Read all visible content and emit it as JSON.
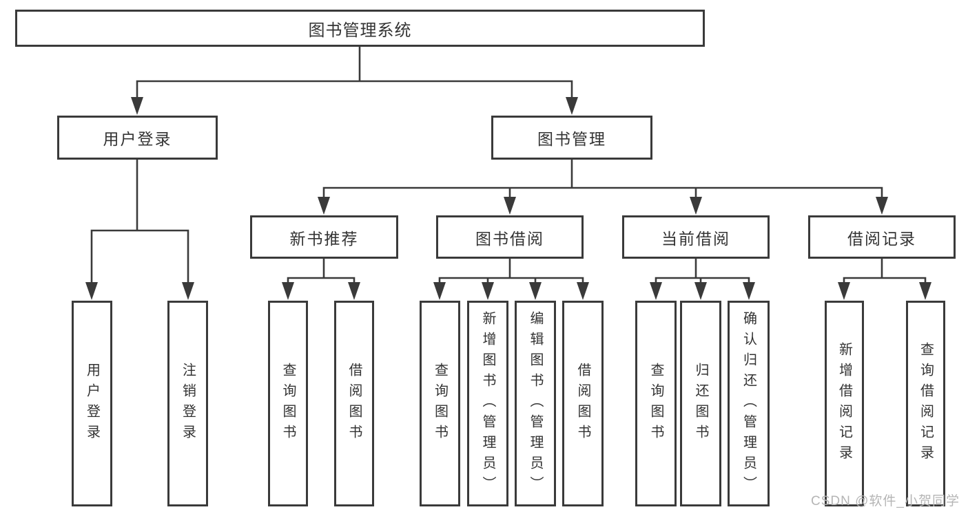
{
  "title": "图书管理系统",
  "tree": {
    "label": "图书管理系统",
    "children": [
      {
        "label": "用户登录",
        "children": [
          {
            "label": "用户登录"
          },
          {
            "label": "注销登录"
          }
        ]
      },
      {
        "label": "图书管理",
        "children": [
          {
            "label": "新书推荐",
            "children": [
              {
                "label": "查询图书"
              },
              {
                "label": "借阅图书"
              }
            ]
          },
          {
            "label": "图书借阅",
            "children": [
              {
                "label": "查询图书"
              },
              {
                "label": "新增图书（管理员）"
              },
              {
                "label": "编辑图书（管理员）"
              },
              {
                "label": "借阅图书"
              }
            ]
          },
          {
            "label": "当前借阅",
            "children": [
              {
                "label": "查询图书"
              },
              {
                "label": "归还图书"
              },
              {
                "label": "确认归还（管理员）"
              }
            ]
          },
          {
            "label": "借阅记录",
            "children": [
              {
                "label": "新增借阅记录"
              },
              {
                "label": "查询借阅记录"
              }
            ]
          }
        ]
      }
    ]
  },
  "watermark": "CSDN @软件_小贺同学",
  "colors": {
    "line": "#3a3a3a",
    "box_border": "#3a3a3a",
    "box_fill": "#ffffff",
    "text": "#333333",
    "watermark_text": "#b5b5b5",
    "background": "#ffffff"
  }
}
